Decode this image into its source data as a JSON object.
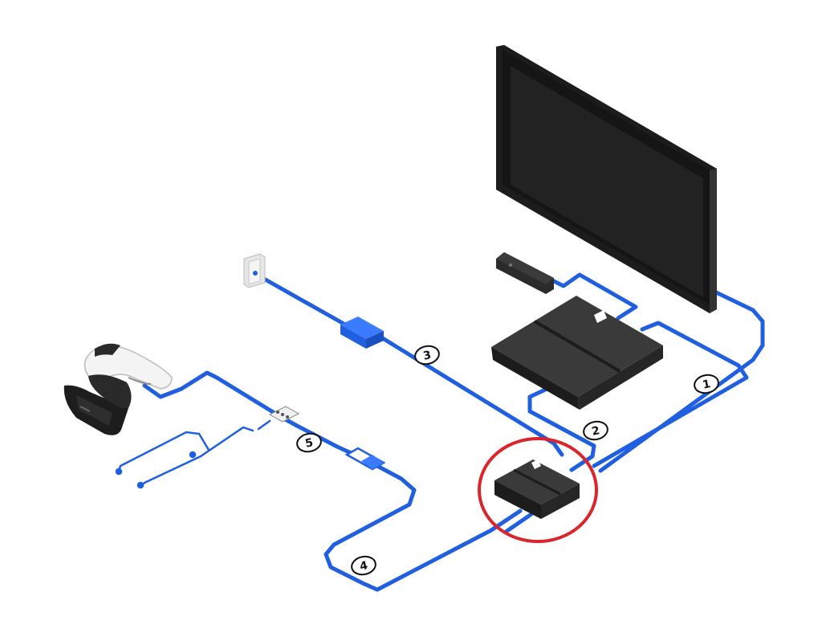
{
  "colors": {
    "cable": "#1f5fe0",
    "device": "#2b2b2b",
    "device_top": "#3a3a3a",
    "device_side": "#1c1c1c",
    "highlight_circle": "#d9252b",
    "headset_white": "#f4f4f4",
    "wall_plate": "#e6e6e6"
  },
  "labels": {
    "n1": "1",
    "n2": "2",
    "n3": "3",
    "n4": "4",
    "n5": "5"
  },
  "icons": {
    "tv": "tv-icon",
    "ps4": "ps4-console-icon",
    "camera": "playstation-camera-icon",
    "processor": "processor-unit-icon",
    "headset": "vr-headset-icon",
    "outlet": "wall-outlet-icon",
    "adapter": "ac-adapter-icon",
    "earbuds": "earbuds-icon"
  }
}
